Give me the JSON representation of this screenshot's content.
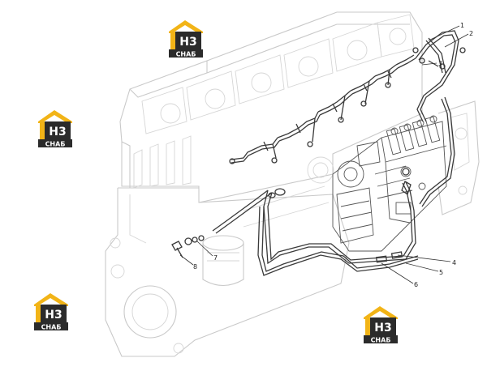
{
  "diagram": {
    "callouts": [
      {
        "id": "1",
        "label": "1"
      },
      {
        "id": "2",
        "label": "2"
      },
      {
        "id": "3",
        "label": "3"
      },
      {
        "id": "4",
        "label": "4"
      },
      {
        "id": "5",
        "label": "5"
      },
      {
        "id": "6",
        "label": "6"
      },
      {
        "id": "7",
        "label": "7"
      },
      {
        "id": "8",
        "label": "8"
      }
    ]
  },
  "watermark": {
    "logo_letters": "H3",
    "logo_word": "СНАБ",
    "colors": {
      "roof": "#f2b417",
      "box": "#2b2b2b",
      "text": "#ffffff"
    }
  }
}
